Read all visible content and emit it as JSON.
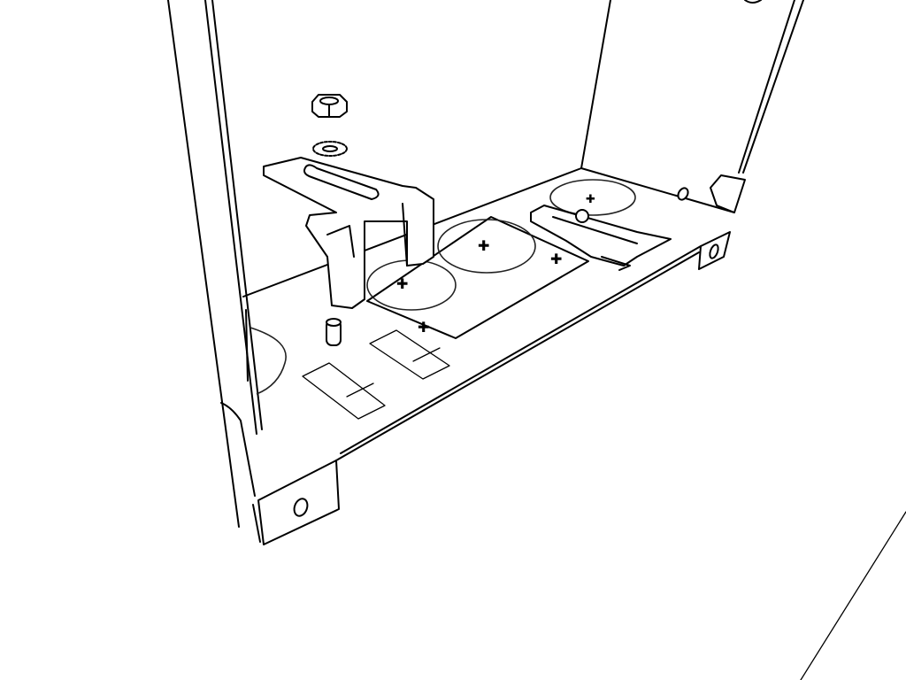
{
  "drawing": {
    "type": "technical line drawing",
    "subject": "sheet-metal electrical enclosure with mounting bracket",
    "colors": {
      "line": "#000000",
      "background": "#ffffff"
    },
    "parts": [
      {
        "name": "hex-nut",
        "icon": "hex-nut-icon"
      },
      {
        "name": "lock-washer",
        "icon": "star-washer-icon"
      },
      {
        "name": "slotted-bracket",
        "icon": "bracket-icon"
      },
      {
        "name": "standoff-post",
        "icon": "cylinder-icon"
      },
      {
        "name": "knockout-plate",
        "icon": "plate-icon"
      },
      {
        "name": "clamp-bracket",
        "icon": "clamp-icon"
      },
      {
        "name": "mounting-tab-left",
        "icon": "tab-icon"
      },
      {
        "name": "mounting-tab-right",
        "icon": "tab-icon"
      }
    ]
  }
}
